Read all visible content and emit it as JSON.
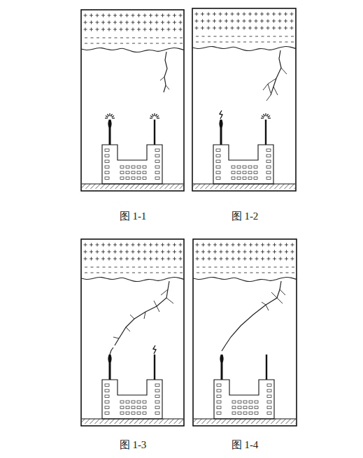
{
  "diagram": {
    "labels": [
      "图 1-1",
      "图 1-2",
      "图 1-3",
      "图 1-4"
    ]
  }
}
